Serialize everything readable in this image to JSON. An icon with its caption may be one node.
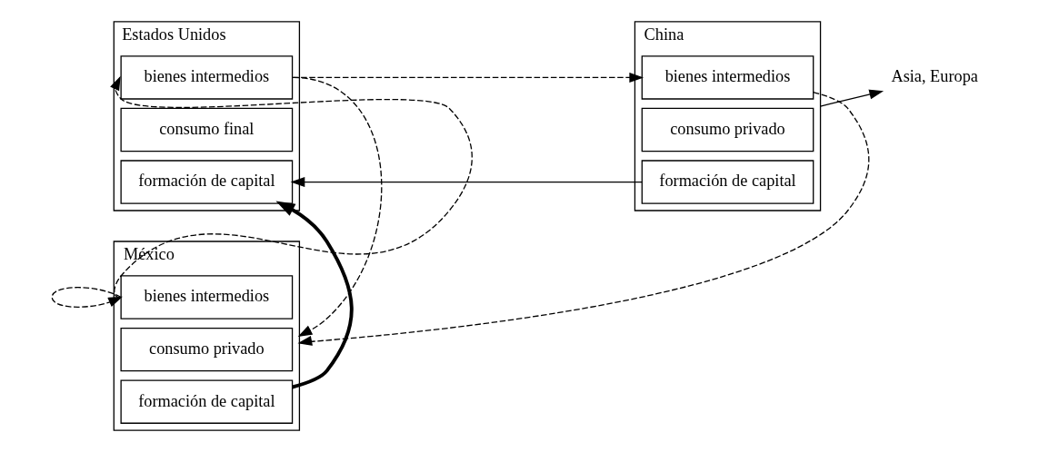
{
  "diagram": {
    "nodes": [
      {
        "text": [
          "Estados Unidos"
        ]
      },
      {
        "text": [
          "bienes intermedios"
        ],
        "in": 0
      },
      {
        "text": [
          "consumo final"
        ],
        "in": 0
      },
      {
        "text": [
          "formación de capital"
        ],
        "in": 0
      },
      {
        "text": [
          "China"
        ]
      },
      {
        "text": [
          "bienes intermedios"
        ],
        "in": 4
      },
      {
        "text": [
          "consumo privado"
        ],
        "in": 4
      },
      {
        "text": [
          "formación de capital"
        ],
        "in": 4
      },
      {
        "text": [
          "México"
        ]
      },
      {
        "text": [
          "bienes intermedios"
        ],
        "in": 8
      },
      {
        "text": [
          "consumo privado"
        ],
        "in": 8
      },
      {
        "text": [
          "formación de capital"
        ],
        "in": 8
      },
      {
        "text": [
          "Asia, Europa"
        ]
      }
    ],
    "edges": [
      {
        "from": 1,
        "to": 5,
        "arrow": "to",
        "style": "dashed"
      },
      {
        "from": 1,
        "to": 8,
        "arrow": "to",
        "style": "dashed"
      },
      {
        "from": 5,
        "to": 8,
        "arrow": "to",
        "style": "dashed"
      },
      {
        "from": 7,
        "to": 3,
        "arrow": "to"
      },
      {
        "from": 4,
        "to": 12,
        "arrow": "to"
      },
      {
        "from": 9,
        "to": 1,
        "arrow": "to",
        "style": "dashed"
      },
      {
        "from": 9,
        "to": 9,
        "arrow": "to",
        "style": "dashed"
      },
      {
        "from": 11,
        "to": 3,
        "arrow": "to",
        "style": "thick"
      }
    ]
  }
}
